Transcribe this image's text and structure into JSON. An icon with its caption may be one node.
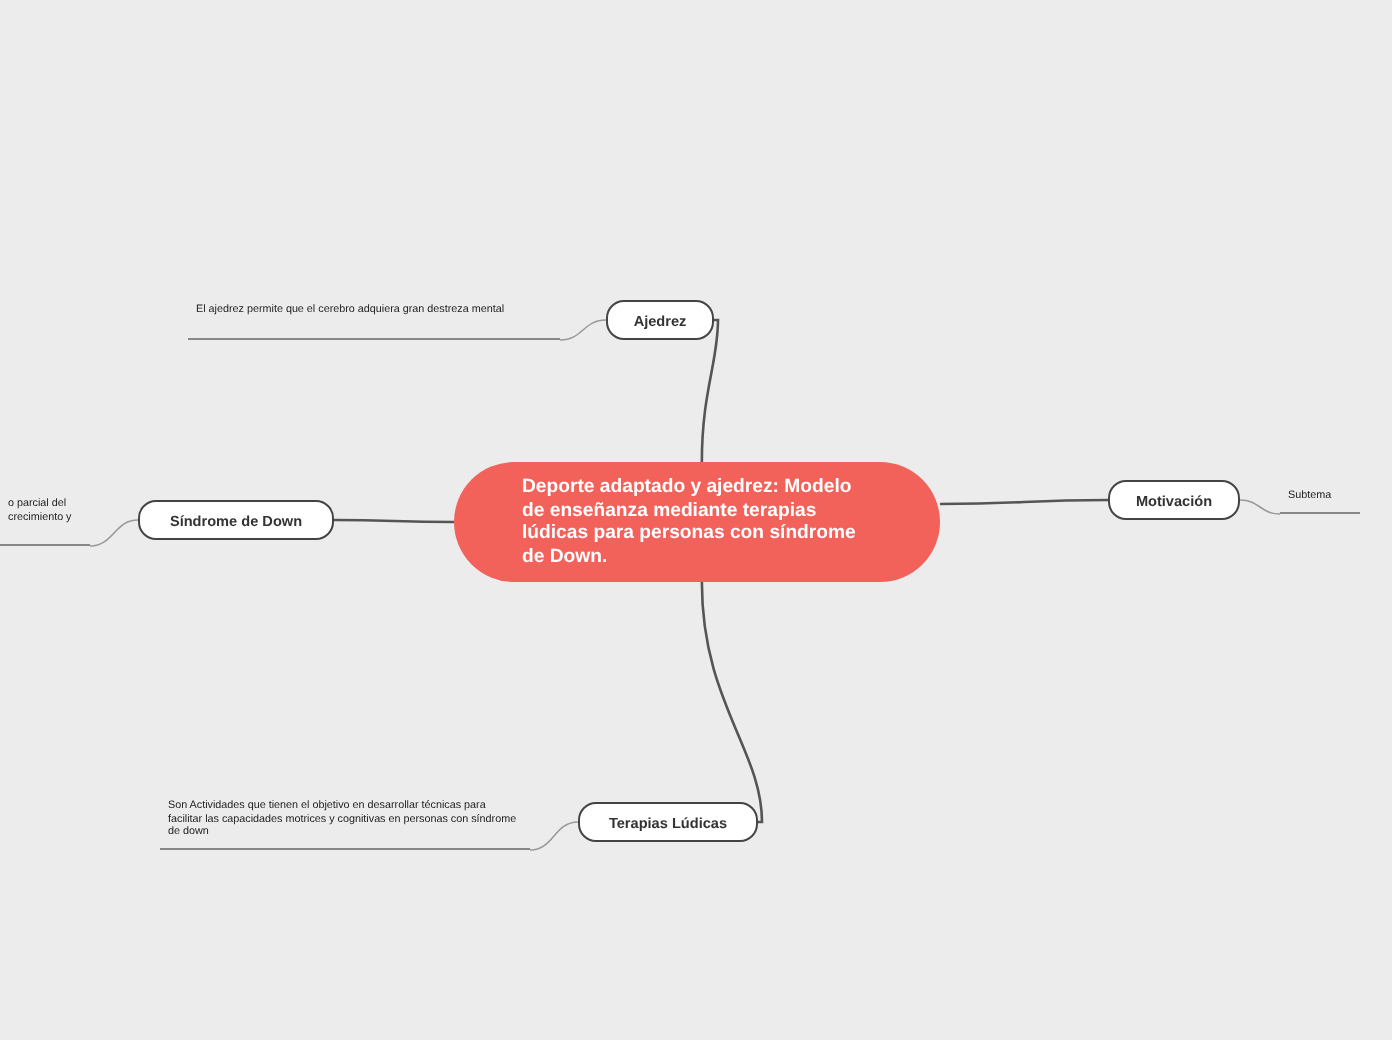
{
  "diagram": {
    "nodes": [
      {
        "text": [
          "Deporte adaptado y ajedrez: Modelo de enseñanza mediante terapias lúdicas para personas con síndrome de Down."
        ]
      },
      {
        "text": [
          "Ajedrez"
        ]
      },
      {
        "text": [
          "El ajedrez permite que el cerebro adquiera gran destreza mental"
        ]
      },
      {
        "text": [
          "Síndrome de Down"
        ]
      },
      {
        "text": [
          "o parcial del crecimiento y"
        ]
      },
      {
        "text": [
          "Motivación"
        ]
      },
      {
        "text": [
          "Subtema"
        ]
      },
      {
        "text": [
          "Terapias Lúdicas"
        ]
      },
      {
        "text": [
          "Son Actividades que tienen el objetivo en desarrollar técnicas para facilitar las capacidades motrices y cognitivas en personas con síndrome de down"
        ]
      }
    ],
    "edges": [
      {
        "from": 0,
        "to": 1,
        "arrow": "none"
      },
      {
        "from": 1,
        "to": 2,
        "arrow": "none"
      },
      {
        "from": 0,
        "to": 3,
        "arrow": "none"
      },
      {
        "from": 3,
        "to": 4,
        "arrow": "none"
      },
      {
        "from": 0,
        "to": 5,
        "arrow": "none"
      },
      {
        "from": 5,
        "to": 6,
        "arrow": "none"
      },
      {
        "from": 0,
        "to": 7,
        "arrow": "none"
      },
      {
        "from": 7,
        "to": 8,
        "arrow": "none"
      }
    ]
  }
}
